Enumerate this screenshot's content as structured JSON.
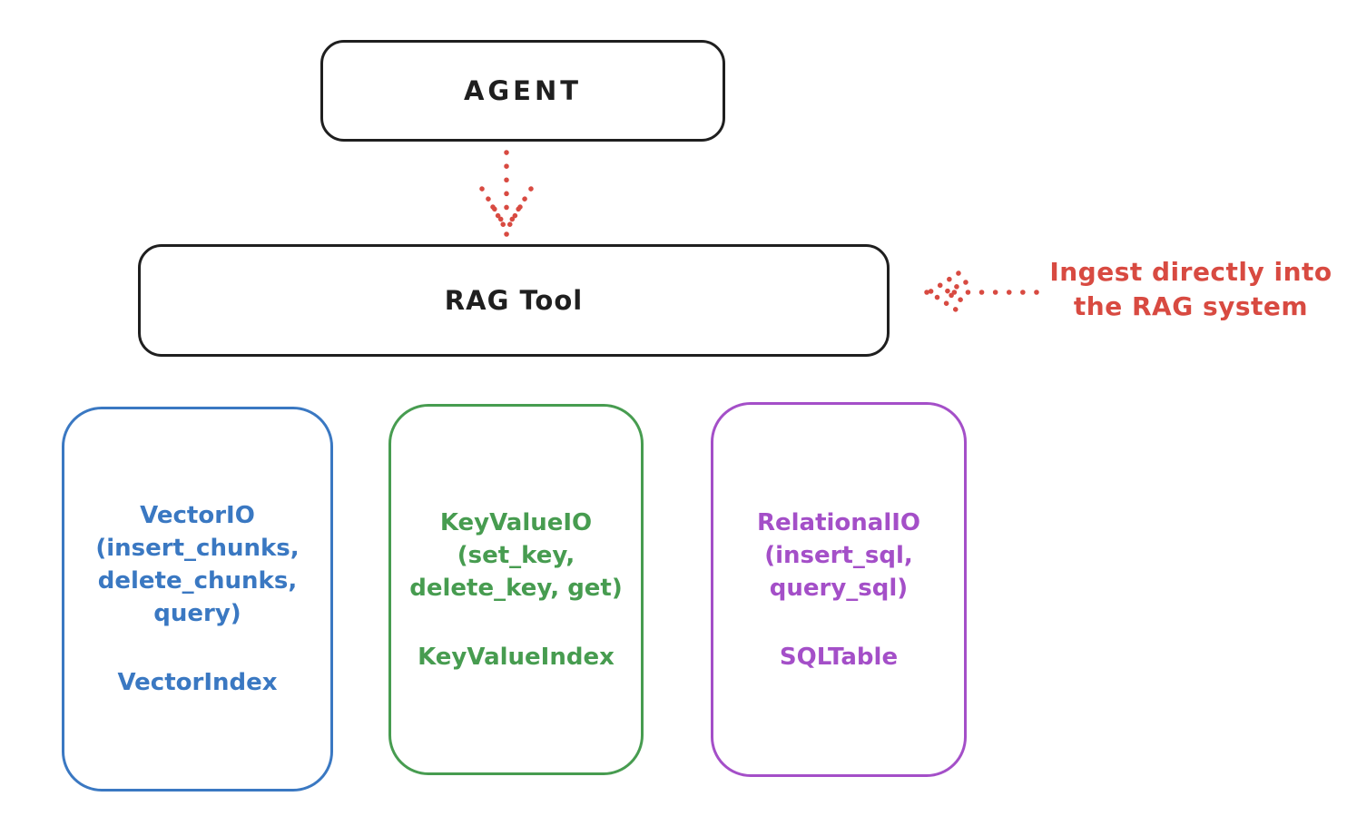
{
  "colors": {
    "ink": "#1f1f1f",
    "red": "#d84a41",
    "blue": "#3a78c2",
    "green": "#479c50",
    "purple": "#a44fc8"
  },
  "diagram": {
    "agent": {
      "label": "AGENT"
    },
    "rag_tool": {
      "label": "RAG Tool"
    },
    "annotation": {
      "line1": "Ingest directly into",
      "line2": "the RAG system",
      "color": "#d84a41"
    },
    "arrows": [
      {
        "name": "agent-to-rag-tool",
        "style": "dotted",
        "direction": "down",
        "color": "#d84a41"
      },
      {
        "name": "annotation-to-rag-tool",
        "style": "dotted",
        "direction": "left",
        "color": "#d84a41"
      }
    ],
    "storage_boxes": [
      {
        "name": "vector-io",
        "color": "#3a78c2",
        "lines": [
          "VectorIO",
          "(insert_chunks,",
          "delete_chunks,",
          "query)"
        ],
        "index_label": "VectorIndex"
      },
      {
        "name": "keyvalue-io",
        "color": "#479c50",
        "lines": [
          "KeyValueIO",
          "(set_key,",
          "delete_key, get)"
        ],
        "index_label": "KeyValueIndex"
      },
      {
        "name": "relational-io",
        "color": "#a44fc8",
        "lines": [
          "RelationalIO",
          "(insert_sql,",
          "query_sql)"
        ],
        "index_label": "SQLTable"
      }
    ]
  }
}
